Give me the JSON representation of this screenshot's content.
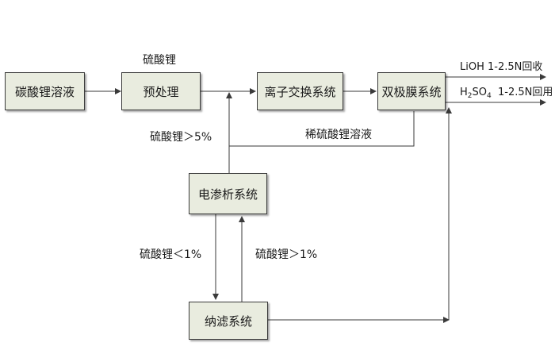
{
  "boxes": {
    "lithium_carbonate_solution": "碳酸锂溶液",
    "pretreatment": "预处理",
    "ion_exchange": "离子交换系统",
    "bipolar_membrane": "双极膜系统",
    "electrodialysis": "电渗析系统",
    "nanofiltration": "纳滤系统"
  },
  "labels": {
    "pretreatment_top": "硫酸锂",
    "li2so4_gt5": "硫酸锂＞5%",
    "dilute_li2so4": "稀硫酸锂溶液",
    "li2so4_lt1": "硫酸锂＜1%",
    "li2so4_gt1": "硫酸锂＞1%"
  },
  "outputs": {
    "lioh": "LiOH  1-2.5N回收",
    "h2so4_h": "H",
    "h2so4_sub2": "2",
    "h2so4_so": "SO",
    "h2so4_sub4": "4",
    "h2so4_rest": "  1-2.5N回用"
  },
  "colors": {
    "box_fill": "#e9ecdf",
    "line": "#3a3a3a"
  }
}
